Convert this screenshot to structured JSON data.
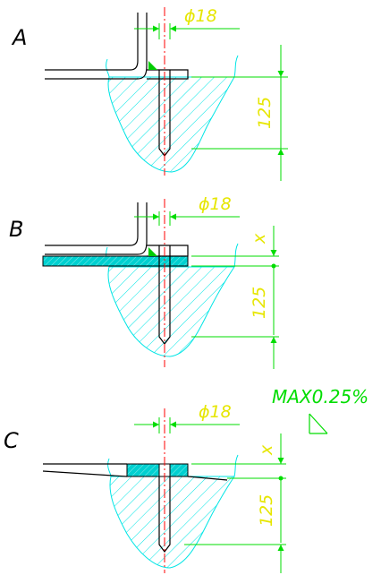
{
  "colors": {
    "outline": "#000000",
    "dimension": "#00dd00",
    "dimension_text": "#e6e600",
    "hatch": "#00e5e5",
    "centerline": "#ff0000",
    "weld": "#00cc00"
  },
  "views": [
    {
      "label": "A",
      "diameter": "ϕ18",
      "depth": "125"
    },
    {
      "label": "B",
      "diameter": "ϕ18",
      "depth": "125",
      "gap": "x"
    },
    {
      "label": "C",
      "diameter": "ϕ18",
      "depth": "125",
      "gap": "x",
      "note": "MAX0.25%"
    }
  ]
}
